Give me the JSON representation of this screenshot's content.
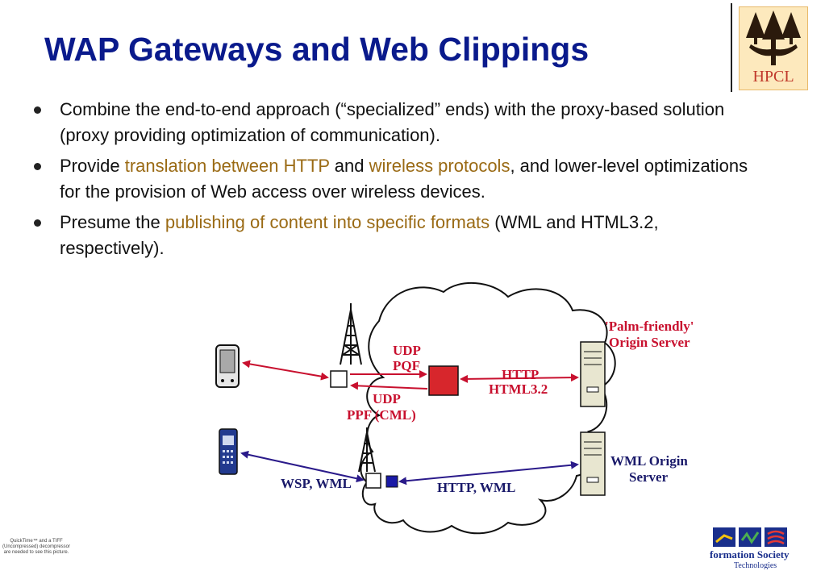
{
  "title": "WAP Gateways and Web Clippings",
  "logo": {
    "text": "HPCL"
  },
  "bullets": [
    {
      "pre": "Combine the end-to-end approach (“specialized” ends) with the proxy-based solution (proxy providing optimization of communication).",
      "hl1": "",
      "mid": "",
      "hl2": "",
      "post": ""
    },
    {
      "pre": "Provide ",
      "hl1": "translation between HTTP",
      "mid": " and ",
      "hl2": "wireless protocols",
      "post": ", and lower-level optimizations for the provision of Web access over wireless devices."
    },
    {
      "pre": "Presume the ",
      "hl1": "publishing of content into specific formats",
      "mid": " (WML and HTML3.2, respectively).",
      "hl2": "",
      "post": ""
    }
  ],
  "diagram": {
    "udp_pqf_1": "UDP",
    "udp_pqf_2": "PQF",
    "http_html_1": "HTTP",
    "http_html_2": "HTML3.2",
    "udp_ppf_1": "UDP",
    "udp_ppf_2": "PPF (CML)",
    "palm_server_1": "'Palm-friendly'",
    "palm_server_2": "Origin Server",
    "wml_server_1": "WML Origin",
    "wml_server_2": "Server",
    "wsp_wml": "WSP, WML",
    "http_wml": "HTTP, WML"
  },
  "footer": {
    "quicktime": "QuickTime™ and a TIFF (Uncompressed) decompressor are needed to see this picture.",
    "ist_1": "formation Society",
    "ist_2": "Technologies"
  },
  "colors": {
    "title": "#0a1a8c",
    "highlight": "#9a6a14",
    "red_link": "#c8102e",
    "blue_link": "#2a1a8a"
  }
}
